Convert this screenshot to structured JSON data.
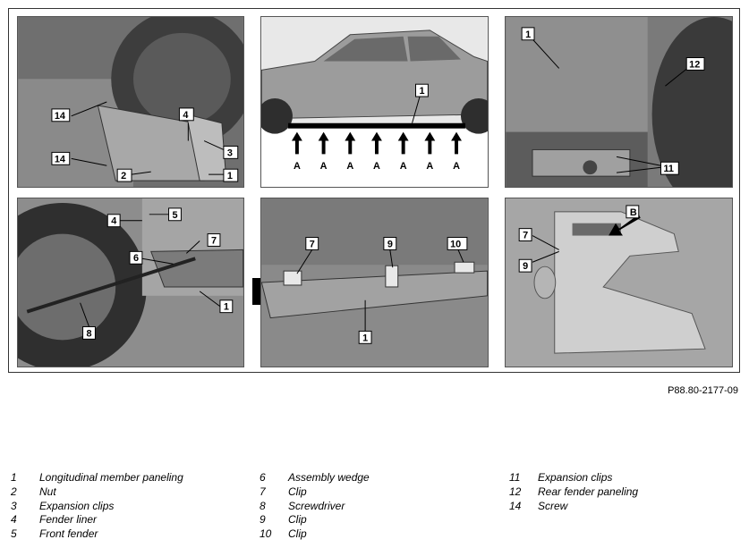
{
  "figure": {
    "panel_labels": {
      "p1": [
        "14",
        "4",
        "3",
        "14",
        "2",
        "1"
      ],
      "p2": [
        "1",
        "A"
      ],
      "p3": [
        "1",
        "12",
        "11"
      ],
      "p4": [
        "5",
        "4",
        "7",
        "6",
        "1",
        "8"
      ],
      "p5": [
        "7",
        "9",
        "10",
        "1"
      ],
      "p6": [
        "B",
        "7",
        "9"
      ]
    },
    "reference_code": "P88.80-2177-09"
  },
  "legend": [
    {
      "num": "1",
      "text": "Longitudinal member paneling"
    },
    {
      "num": "2",
      "text": "Nut"
    },
    {
      "num": "3",
      "text": "Expansion clips"
    },
    {
      "num": "4",
      "text": "Fender liner"
    },
    {
      "num": "5",
      "text": "Front fender"
    },
    {
      "num": "6",
      "text": "Assembly wedge"
    },
    {
      "num": "7",
      "text": "Clip"
    },
    {
      "num": "8",
      "text": "Screwdriver"
    },
    {
      "num": "9",
      "text": "Clip"
    },
    {
      "num": "10",
      "text": "Clip"
    },
    {
      "num": "11",
      "text": "Expansion clips"
    },
    {
      "num": "12",
      "text": "Rear fender paneling"
    },
    {
      "num": "14",
      "text": "Screw"
    }
  ]
}
